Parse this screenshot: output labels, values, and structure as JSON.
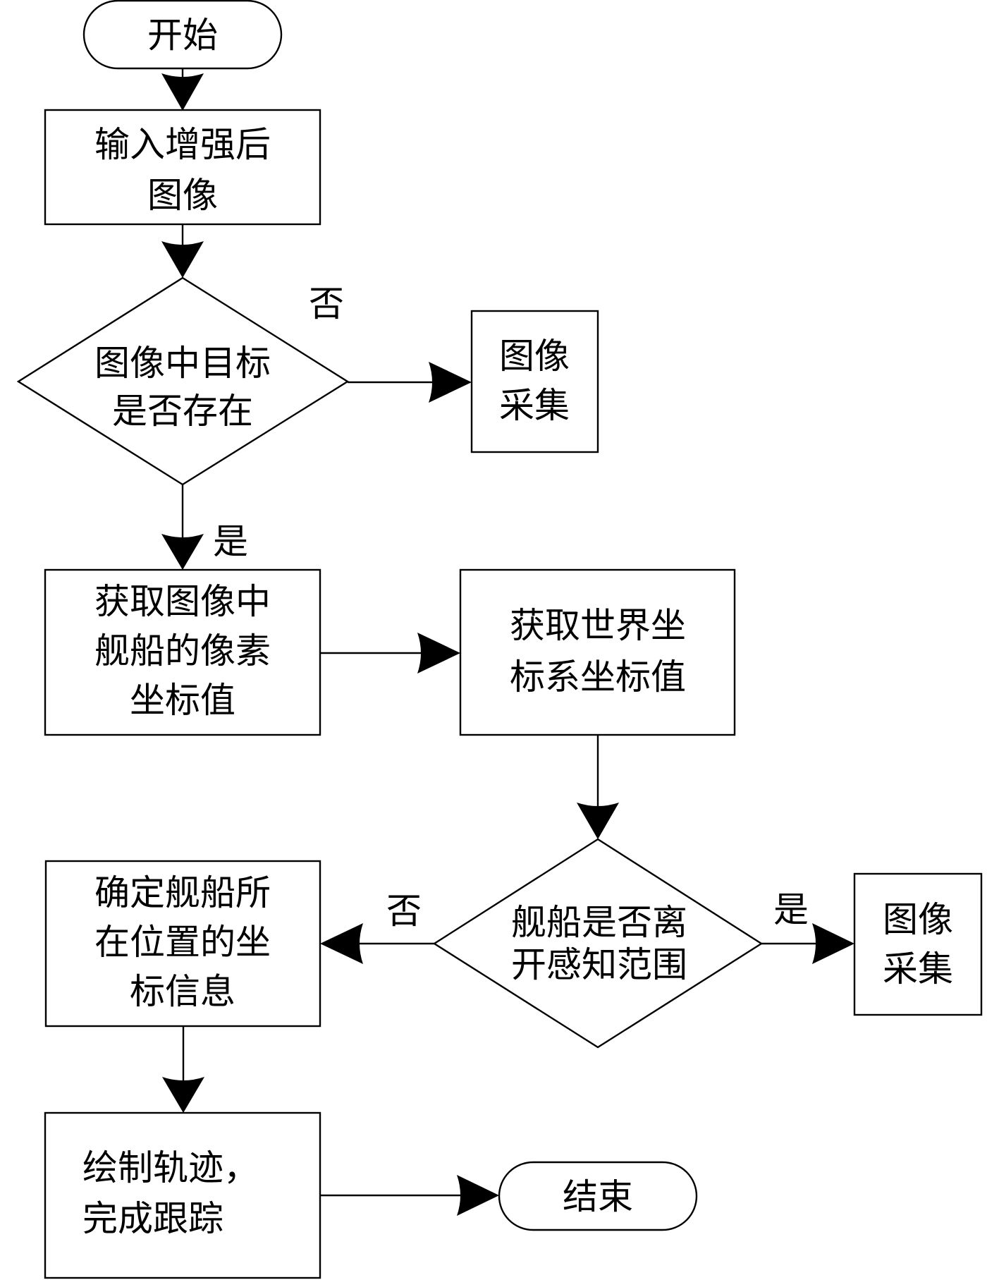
{
  "diagram": {
    "type": "flowchart",
    "nodes": [
      {
        "id": "start",
        "kind": "terminator",
        "lines": [
          "开始"
        ]
      },
      {
        "id": "input",
        "kind": "process",
        "lines": [
          "输入增强后",
          "图像"
        ]
      },
      {
        "id": "decision1",
        "kind": "decision",
        "lines": [
          "图像中目标",
          "是否存在"
        ]
      },
      {
        "id": "collect1",
        "kind": "process",
        "lines": [
          "图像",
          "采集"
        ]
      },
      {
        "id": "pixel",
        "kind": "process",
        "lines": [
          "获取图像中",
          "舰船的像素",
          "坐标值"
        ]
      },
      {
        "id": "world",
        "kind": "process",
        "lines": [
          "获取世界坐",
          "标系坐标值"
        ]
      },
      {
        "id": "decision2",
        "kind": "decision",
        "lines": [
          "舰船是否离",
          "开感知范围"
        ]
      },
      {
        "id": "collect2",
        "kind": "process",
        "lines": [
          "图像",
          "采集"
        ]
      },
      {
        "id": "locate",
        "kind": "process",
        "lines": [
          "确定舰船所",
          "在位置的坐",
          "标信息"
        ]
      },
      {
        "id": "draw",
        "kind": "process",
        "lines": [
          "绘制轨迹，",
          "完成跟踪"
        ]
      },
      {
        "id": "end",
        "kind": "terminator",
        "lines": [
          "结束"
        ]
      }
    ],
    "edges": [
      {
        "from": "start",
        "to": "input",
        "label": ""
      },
      {
        "from": "input",
        "to": "decision1",
        "label": ""
      },
      {
        "from": "decision1",
        "to": "collect1",
        "label": "否"
      },
      {
        "from": "decision1",
        "to": "pixel",
        "label": "是"
      },
      {
        "from": "pixel",
        "to": "world",
        "label": ""
      },
      {
        "from": "world",
        "to": "decision2",
        "label": ""
      },
      {
        "from": "decision2",
        "to": "locate",
        "label": "否"
      },
      {
        "from": "decision2",
        "to": "collect2",
        "label": "是"
      },
      {
        "from": "locate",
        "to": "draw",
        "label": ""
      },
      {
        "from": "draw",
        "to": "end",
        "label": ""
      }
    ]
  }
}
